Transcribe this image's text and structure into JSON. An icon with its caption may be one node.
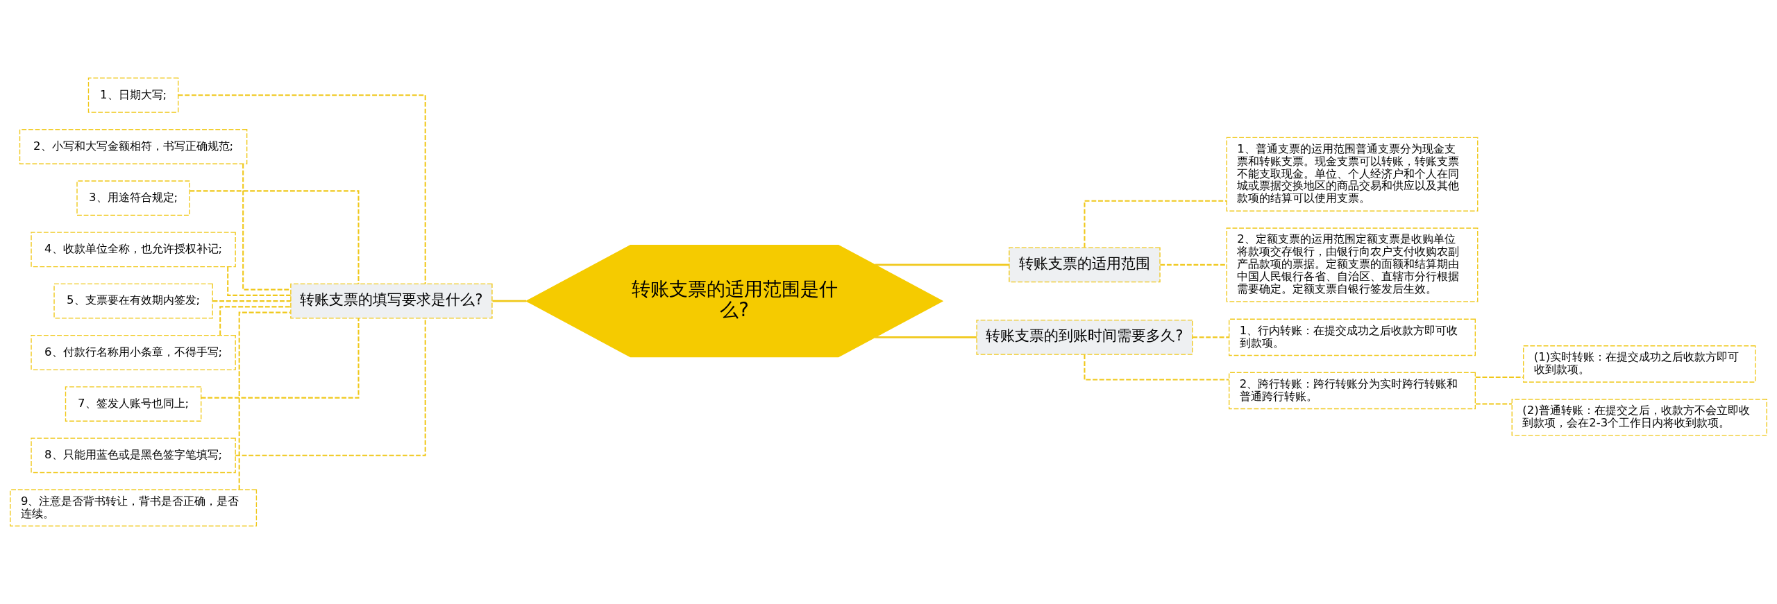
{
  "diagram": {
    "nodes": [
      {
        "text": [
          "转账支票的适用范围是什么?"
        ]
      },
      {
        "text": [
          "转账支票的填写要求是什么?"
        ]
      },
      {
        "text": [
          "1、日期大写;"
        ]
      },
      {
        "text": [
          "2、小写和大写金额相符，书写正确规范;"
        ]
      },
      {
        "text": [
          "3、用途符合规定;"
        ]
      },
      {
        "text": [
          "4、收款单位全称，也允许授权补记;"
        ]
      },
      {
        "text": [
          "5、支票要在有效期内签发;"
        ]
      },
      {
        "text": [
          "6、付款行名称用小条章，不得手写;"
        ]
      },
      {
        "text": [
          "7、签发人账号也同上;"
        ]
      },
      {
        "text": [
          "8、只能用蓝色或是黑色签字笔填写;"
        ]
      },
      {
        "text": [
          "9、注意是否背书转让，背书是否正确，是否连续。"
        ]
      },
      {
        "text": [
          "转账支票的适用范围"
        ]
      },
      {
        "text": [
          "1、普通支票的运用范围普通支票分为现金支票和转账支票。现金支票可以转账，转账支票不能支取现金。单位、个人经济户和个人在同城或票据交换地区的商品交易和供应以及其他款项的结算可以使用支票。"
        ]
      },
      {
        "text": [
          "2、定额支票的运用范围定额支票是收购单位将款项交存银行，由银行向农户支付收购农副产品款项的票据。定额支票的面额和结算期由中国人民银行各省、自治区、直辖市分行根据需要确定。定额支票自银行签发后生效。"
        ]
      },
      {
        "text": [
          "转账支票的到账时间需要多久?"
        ]
      },
      {
        "text": [
          "1、行内转账：在提交成功之后收款方即可收到款项。"
        ]
      },
      {
        "text": [
          "2、跨行转账：跨行转账分为实时跨行转账和普通跨行转账。"
        ]
      },
      {
        "text": [
          "(1)实时转账：在提交成功之后收款方即可收到款项。"
        ]
      },
      {
        "text": [
          "(2)普通转账：在提交之后，收款方不会立即收到款项，会在2-3个工作日内将收到款项。"
        ]
      }
    ],
    "edges": [
      {
        "from": 0,
        "to": 1,
        "arrow": "none"
      },
      {
        "from": 1,
        "to": 2,
        "arrow": "none",
        "style": "dashed"
      },
      {
        "from": 1,
        "to": 3,
        "arrow": "none",
        "style": "dashed"
      },
      {
        "from": 1,
        "to": 4,
        "arrow": "none",
        "style": "dashed"
      },
      {
        "from": 1,
        "to": 5,
        "arrow": "none",
        "style": "dashed"
      },
      {
        "from": 1,
        "to": 6,
        "arrow": "none",
        "style": "dashed"
      },
      {
        "from": 1,
        "to": 7,
        "arrow": "none",
        "style": "dashed"
      },
      {
        "from": 1,
        "to": 8,
        "arrow": "none",
        "style": "dashed"
      },
      {
        "from": 1,
        "to": 9,
        "arrow": "none",
        "style": "dashed"
      },
      {
        "from": 1,
        "to": 10,
        "arrow": "none",
        "style": "dashed"
      },
      {
        "from": 0,
        "to": 11,
        "arrow": "none"
      },
      {
        "from": 11,
        "to": 12,
        "arrow": "none",
        "style": "dashed"
      },
      {
        "from": 11,
        "to": 13,
        "arrow": "none",
        "style": "dashed"
      },
      {
        "from": 0,
        "to": 14,
        "arrow": "none"
      },
      {
        "from": 14,
        "to": 15,
        "arrow": "none",
        "style": "dashed"
      },
      {
        "from": 14,
        "to": 16,
        "arrow": "none",
        "style": "dashed"
      },
      {
        "from": 16,
        "to": 17,
        "arrow": "none",
        "style": "dashed"
      },
      {
        "from": 16,
        "to": 18,
        "arrow": "none",
        "style": "dashed"
      }
    ]
  }
}
